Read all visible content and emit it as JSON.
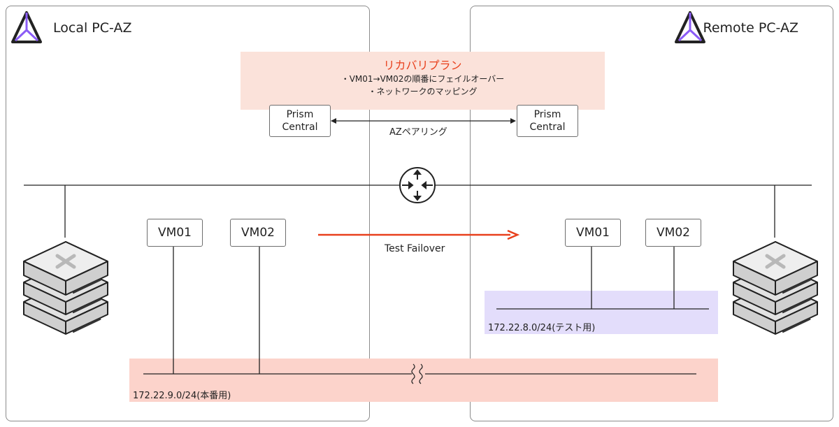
{
  "local_az": {
    "title": "Local PC-AZ"
  },
  "remote_az": {
    "title": "Remote PC-AZ"
  },
  "recovery_plan": {
    "title": "リカバリプラン",
    "items": [
      "・VM01→VM02の順番にフェイルオーバー",
      "・ネットワークのマッピング"
    ]
  },
  "prism_central": {
    "label": "Prism\nCentral"
  },
  "az_pairing": {
    "label": "AZペアリング"
  },
  "local_vms": [
    {
      "label": "VM01"
    },
    {
      "label": "VM02"
    }
  ],
  "remote_vms": [
    {
      "label": "VM01"
    },
    {
      "label": "VM02"
    }
  ],
  "failover": {
    "label": "Test Failover"
  },
  "production_subnet": {
    "label": "172.22.9.0/24(本番用)"
  },
  "test_subnet": {
    "label": "172.22.8.0/24(テスト用)"
  },
  "colors": {
    "plan_title": "#e8401c",
    "plan_background": "#fbe2da",
    "failover_arrow": "#e8401c",
    "production_subnet": "#fcd3cb",
    "test_subnet": "#e3ddfb",
    "logo_accent": "#8b5cf6"
  },
  "icons": [
    "nutanix-logo-icon",
    "router-icon",
    "server-icon"
  ]
}
